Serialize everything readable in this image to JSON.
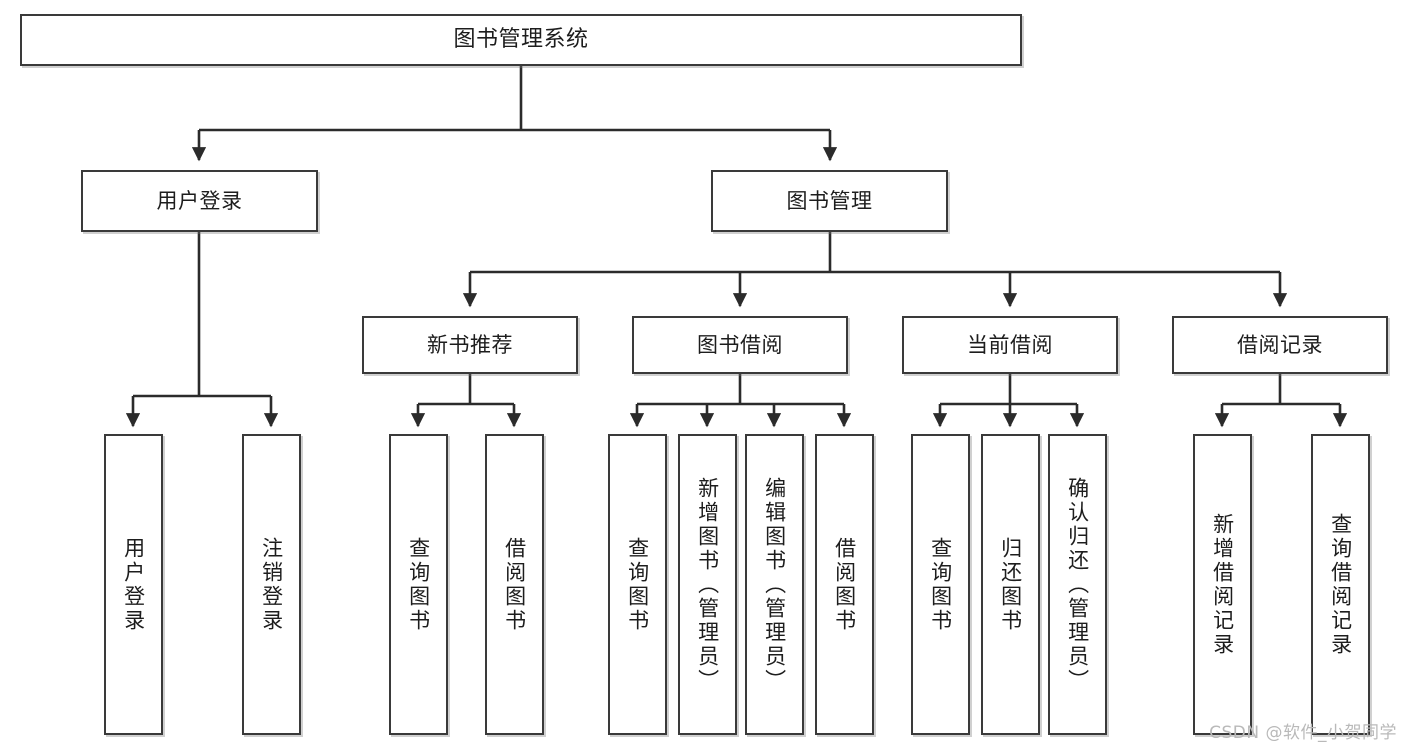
{
  "diagram": {
    "title": "图书管理系统",
    "type": "tree-hierarchy-diagram",
    "style": {
      "box_border_color": "#3a3a3a",
      "box_fill_color": "#ffffff",
      "edge_color": "#2b2b2b",
      "background_color": "#ffffff",
      "watermark_color": "#b9b9b9"
    },
    "nodes": {
      "root": {
        "label": "图书管理系统",
        "level": 0
      },
      "user_login": {
        "label": "用户登录",
        "level": 1
      },
      "book_manage": {
        "label": "图书管理",
        "level": 1
      },
      "new_book_rec": {
        "label": "新书推荐",
        "level": 2
      },
      "book_borrow": {
        "label": "图书借阅",
        "level": 2
      },
      "current_borrow": {
        "label": "当前借阅",
        "level": 2
      },
      "borrow_record": {
        "label": "借阅记录",
        "level": 2
      },
      "leaf_user_login": {
        "label": "用户登录",
        "level": 3
      },
      "leaf_logout": {
        "label": "注销登录",
        "level": 3
      },
      "leaf_query_book_a": {
        "label": "查询图书",
        "level": 3
      },
      "leaf_borrow_book_a": {
        "label": "借阅图书",
        "level": 3
      },
      "leaf_query_book_b": {
        "label": "查询图书",
        "level": 3
      },
      "leaf_add_book": {
        "label": "新增图书（管理员）",
        "level": 3
      },
      "leaf_edit_book": {
        "label": "编辑图书（管理员）",
        "level": 3
      },
      "leaf_borrow_book_b": {
        "label": "借阅图书",
        "level": 3
      },
      "leaf_query_book_c": {
        "label": "查询图书",
        "level": 3
      },
      "leaf_return_book": {
        "label": "归还图书",
        "level": 3
      },
      "leaf_confirm_return": {
        "label": "确认归还（管理员）",
        "level": 3
      },
      "leaf_add_record": {
        "label": "新增借阅记录",
        "level": 3
      },
      "leaf_query_record": {
        "label": "查询借阅记录",
        "level": 3
      }
    },
    "edges": [
      {
        "from": "root",
        "to": "user_login"
      },
      {
        "from": "root",
        "to": "book_manage"
      },
      {
        "from": "user_login",
        "to": "leaf_user_login"
      },
      {
        "from": "user_login",
        "to": "leaf_logout"
      },
      {
        "from": "book_manage",
        "to": "new_book_rec"
      },
      {
        "from": "book_manage",
        "to": "book_borrow"
      },
      {
        "from": "book_manage",
        "to": "current_borrow"
      },
      {
        "from": "book_manage",
        "to": "borrow_record"
      },
      {
        "from": "new_book_rec",
        "to": "leaf_query_book_a"
      },
      {
        "from": "new_book_rec",
        "to": "leaf_borrow_book_a"
      },
      {
        "from": "book_borrow",
        "to": "leaf_query_book_b"
      },
      {
        "from": "book_borrow",
        "to": "leaf_add_book"
      },
      {
        "from": "book_borrow",
        "to": "leaf_edit_book"
      },
      {
        "from": "book_borrow",
        "to": "leaf_borrow_book_b"
      },
      {
        "from": "current_borrow",
        "to": "leaf_query_book_c"
      },
      {
        "from": "current_borrow",
        "to": "leaf_return_book"
      },
      {
        "from": "current_borrow",
        "to": "leaf_confirm_return"
      },
      {
        "from": "borrow_record",
        "to": "leaf_add_record"
      },
      {
        "from": "borrow_record",
        "to": "leaf_query_record"
      }
    ]
  },
  "watermark": {
    "text": "CSDN @软件_小贺同学"
  }
}
